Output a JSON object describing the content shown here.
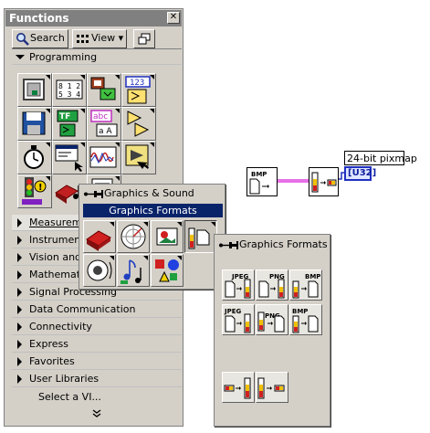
{
  "palette": {
    "title": "Functions",
    "close": "✕",
    "search_label": "Search",
    "view_label": "View ▾",
    "programming_label": "Programming",
    "categories": [
      {
        "label": "Measurement I/O"
      },
      {
        "label": "Instrument I/O"
      },
      {
        "label": "Vision and Motion"
      },
      {
        "label": "Mathematics"
      },
      {
        "label": "Signal Processing"
      },
      {
        "label": "Data Communication"
      },
      {
        "label": "Connectivity"
      },
      {
        "label": "Express"
      },
      {
        "label": "Favorites"
      },
      {
        "label": "User Libraries"
      }
    ],
    "select_vi": "Select a VI...",
    "icons": {
      "r1": [
        "123"
      ],
      "r2": [
        "TF",
        "abc",
        "a A"
      ]
    }
  },
  "graphics_sound": {
    "title": "Graphics & Sound",
    "banner": "Graphics Formats"
  },
  "graphics_formats": {
    "title": "Graphics Formats",
    "write_row": [
      "JPEG",
      "PNG",
      "BMP"
    ],
    "read_row": [
      "JPEG",
      "PNG",
      "BMP"
    ]
  },
  "diagram": {
    "bmp_label": "BMP",
    "indicator_label": "24-bit pixmap",
    "u32_label": "[U32]"
  },
  "colors": {
    "panel": "#d4d0c8",
    "title_bar": "#808080",
    "highlight": "#0a246a",
    "wire": "#e040e0",
    "u32": "#2030c0"
  }
}
